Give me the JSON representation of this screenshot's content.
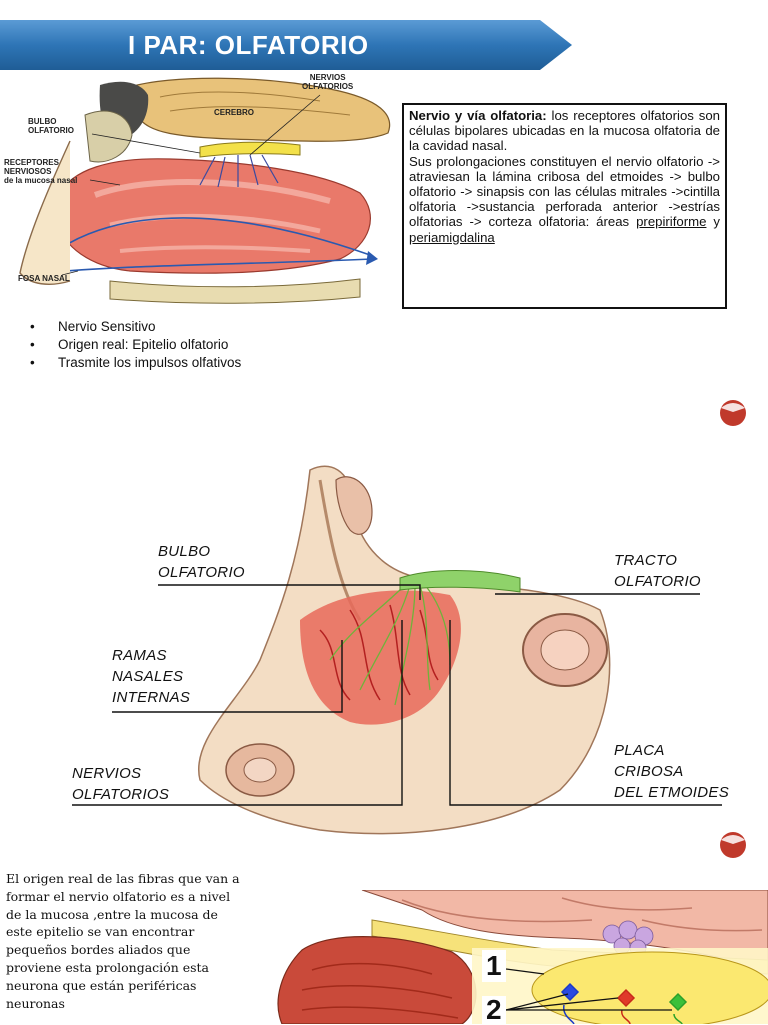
{
  "banner": {
    "title": "I PAR: OLFATORIO",
    "color": "#2e75b6"
  },
  "figure1": {
    "labels": {
      "nervios_olfatorios": [
        "NERVIOS",
        "OLFATORIOS"
      ],
      "bulbo": [
        "BULBO",
        "OLFATORIO"
      ],
      "cerebro": "CEREBRO",
      "receptores": [
        "RECEPTORES",
        "NERVIOSOS",
        "de la mucosa nasal"
      ],
      "fosa": "FOSA NASAL"
    }
  },
  "textbox": {
    "heading": "Nervio y vía olfatoria:",
    "p1": "los receptores olfatorios son células bipolares ubicadas en la mucosa olfatoria de la cavidad nasal.",
    "p2": "Sus prolongaciones constituyen el nervio olfatorio -> atraviesan la lámina cribosa del etmoides -> bulbo olfatorio -> sinapsis con las células mitrales ->cintilla olfatoria ->sustancia perforada anterior ->estrías olfatorias -> corteza olfatoria: áreas ",
    "term1": "prepiriforme",
    "joiner": " y ",
    "term2": "periamigdalina"
  },
  "bullets": [
    "Nervio Sensitivo",
    "Origen real: Epitelio olfatorio",
    "Trasmite los impulsos olfativos"
  ],
  "figure2": {
    "labels": {
      "bulbo": [
        "BULBO",
        "OLFATORIO"
      ],
      "tracto": [
        "TRACTO",
        "OLFATORIO"
      ],
      "ramas": [
        "RAMAS",
        "NASALES",
        "INTERNAS"
      ],
      "nervios": [
        "NERVIOS",
        "OLFATORIOS"
      ],
      "placa": [
        "PLACA",
        "CRIBOSA",
        "DEL ETMOIDES"
      ]
    }
  },
  "origin_paragraph": "El origen real de las fibras que van a formar el nervio olfatorio es a nivel de la mucosa ,entre la mucosa de este epitelio se van encontrar pequeños bordes aliados que proviene esta prolongación esta neurona que están periféricas neuronas",
  "figure3": {
    "markers": [
      "1",
      "2"
    ]
  },
  "page_icons": [
    "page-turn-icon",
    "page-turn-icon"
  ]
}
